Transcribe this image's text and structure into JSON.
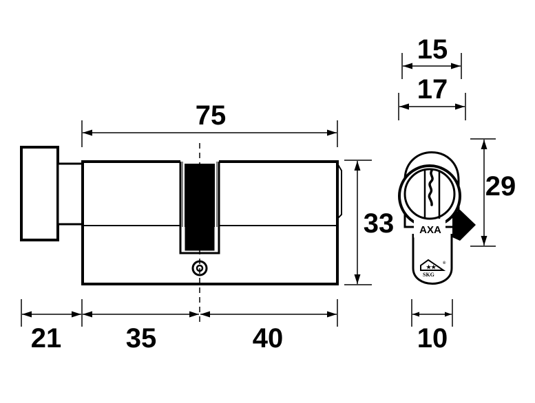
{
  "diagram": {
    "subject": "Euro profile cylinder with thumb turn",
    "units": "mm",
    "colors": {
      "line": "#000000",
      "background": "#ffffff"
    },
    "dimensions": {
      "overall_length": "75",
      "thumb_turn_length": "21",
      "left_half": "35",
      "right_half": "40",
      "cylinder_height": "33",
      "profile_height": "29",
      "profile_top_width": "15",
      "profile_outer_width": "17",
      "profile_bottom_width": "10"
    },
    "profile_view": {
      "brand_label": "AXA",
      "certification_label": "SKG",
      "certification_stars": "★★",
      "registered_mark": "®"
    },
    "icons": [
      "key-icon",
      "skg-emblem-icon",
      "fixing-screw-hole-icon",
      "cam-icon"
    ]
  }
}
